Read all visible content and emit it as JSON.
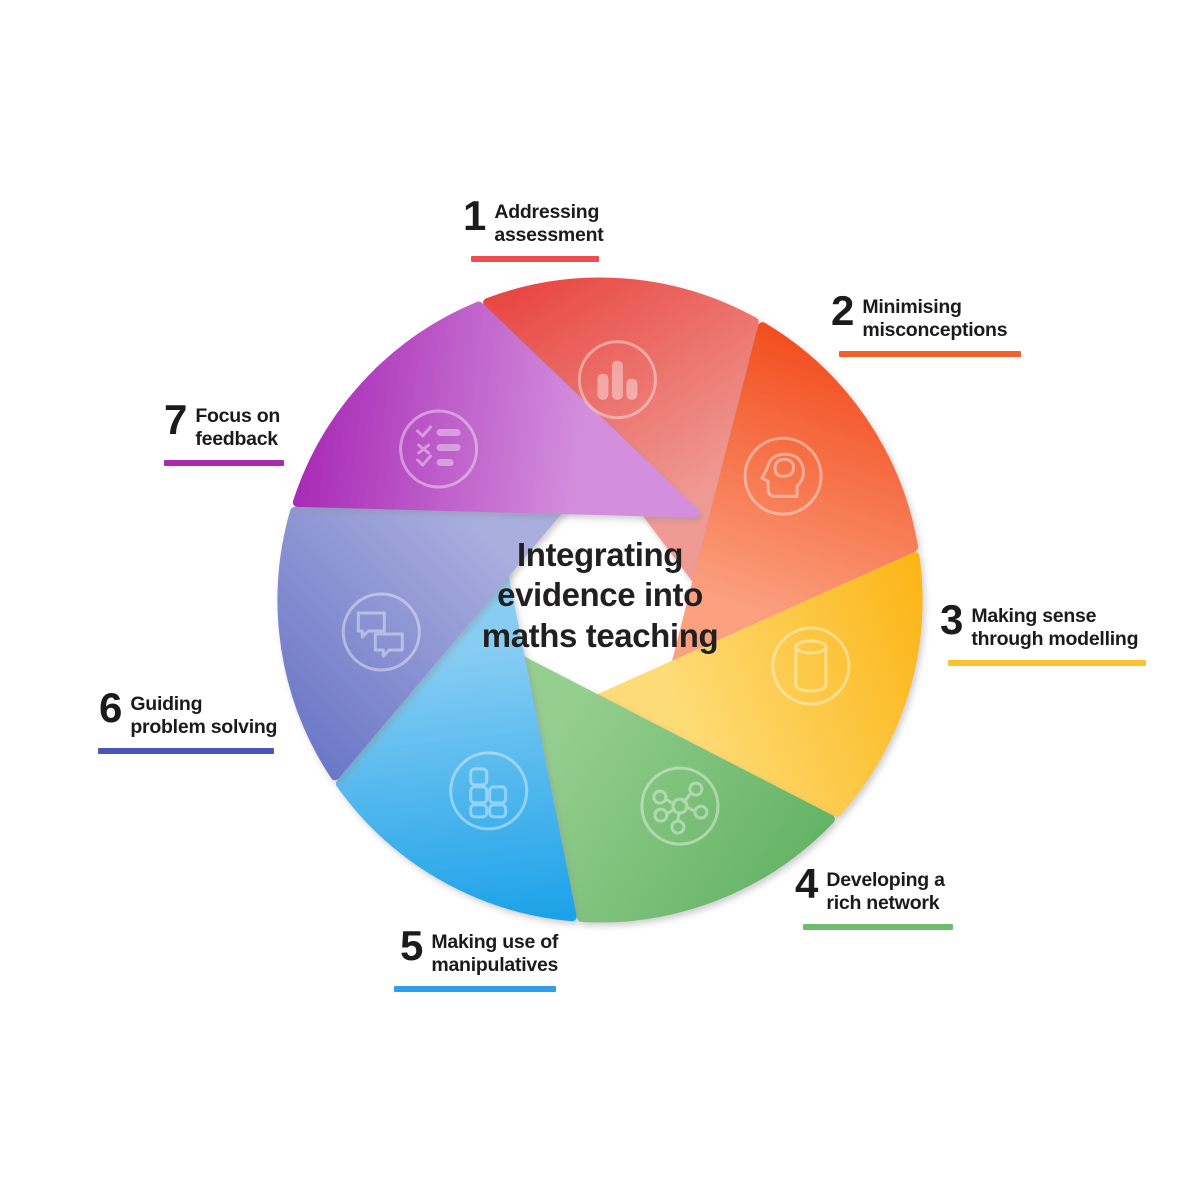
{
  "center": {
    "title": "Integrating\nevidence into\nmaths teaching"
  },
  "colors": {
    "background": "#ffffff",
    "text": "#1b1b1b",
    "segment_gap": "#ffffff"
  },
  "segments": [
    {
      "number": "1",
      "label": "Addressing\nassessment",
      "icon": "bar-chart-icon",
      "rule_color": "#ef4e4e",
      "fill_from": "#f09a94",
      "fill_to": "#e8443f"
    },
    {
      "number": "2",
      "label": "Minimising\nmisconceptions",
      "icon": "head-brain-icon",
      "rule_color": "#f4602b",
      "fill_from": "#fba180",
      "fill_to": "#f24c1c"
    },
    {
      "number": "3",
      "label": "Making sense\nthrough modelling",
      "icon": "cylinder-icon",
      "rule_color": "#fbc230",
      "fill_from": "#fddc77",
      "fill_to": "#fcb414"
    },
    {
      "number": "4",
      "label": "Developing a\nrich network",
      "icon": "network-nodes-icon",
      "rule_color": "#6cbd6e",
      "fill_from": "#95ce8f",
      "fill_to": "#63b364"
    },
    {
      "number": "5",
      "label": "Making use of\nmanipulatives",
      "icon": "blocks-icon",
      "rule_color": "#2e9fe8",
      "fill_from": "#87cdf3",
      "fill_to": "#18a0e8"
    },
    {
      "number": "6",
      "label": "Guiding\nproblem solving",
      "icon": "speech-bubbles-icon",
      "rule_color": "#4a55b5",
      "fill_from": "#a9aede",
      "fill_to": "#6a76c6"
    },
    {
      "number": "7",
      "label": "Focus on\nfeedback",
      "icon": "checklist-icon",
      "rule_color": "#a92bb0",
      "fill_from": "#d38fdd",
      "fill_to": "#a728b5"
    }
  ]
}
